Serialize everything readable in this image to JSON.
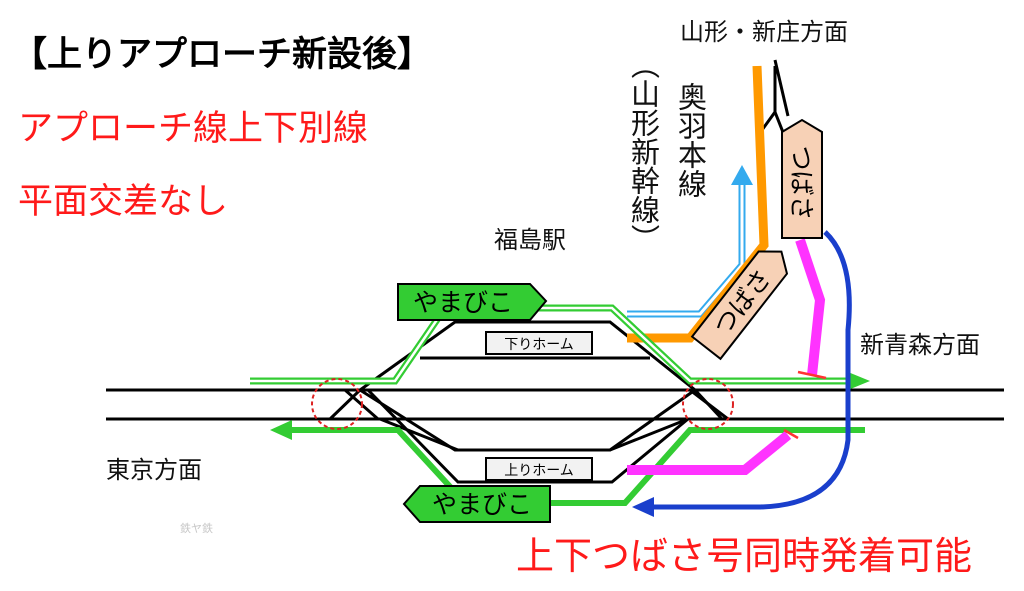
{
  "heading": {
    "title": "【上りアプローチ新設後】",
    "note1": "アプローチ線上下別線",
    "note2": "平面交差なし",
    "bottom_note": "上下つばさ号同時発着可能"
  },
  "places": {
    "yamagata_shinjo": "山形・新庄方面",
    "ou_line": "奥羽本線",
    "yamagata_shinkansen": "（山形新幹線）",
    "fukushima_station": "福島駅",
    "shin_aomori": "新青森方面",
    "tokyo": "東京方面"
  },
  "platforms": {
    "down": "下りホーム",
    "up": "上りホーム"
  },
  "trains": {
    "yamabiko_up": "やまびこ",
    "yamabiko_down": "やまびこ",
    "tsubasa_lower": "つばさ",
    "tsubasa_upper": "つばさ"
  },
  "watermark": "鉄ヤ鉄",
  "colors": {
    "yamabiko": "#33cc33",
    "tsubasa_approach": "#ff9900",
    "tsubasa_up": "#ff33ff",
    "tsubasa_down": "#1a3fcc",
    "ou_line": "#33aaee",
    "note_red": "#ff1a1a",
    "label_box": "#f7d1b6"
  }
}
